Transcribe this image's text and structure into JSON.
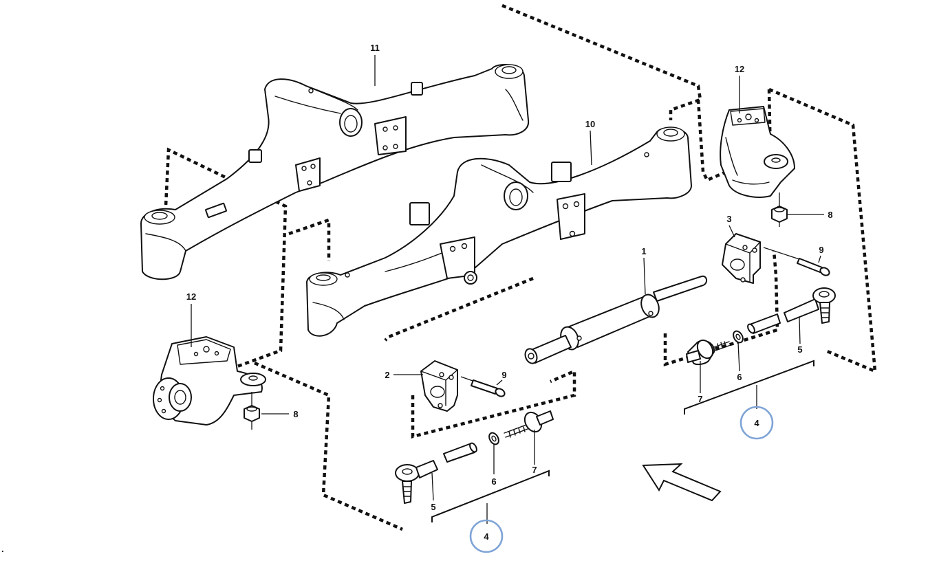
{
  "diagram": {
    "callouts": {
      "c1": "1",
      "c2": "2",
      "c3": "3",
      "c4_left": "4",
      "c4_right": "4",
      "c5_left": "5",
      "c5_right": "5",
      "c6_left": "6",
      "c6_right": "6",
      "c7_left": "7",
      "c7_right": "7",
      "c8_left": "8",
      "c8_right": "8",
      "c9_left": "9",
      "c9_right": "9",
      "c10": "10",
      "c11": "11",
      "c12_left": "12",
      "c12_right": "12"
    },
    "highlight_color": "#7fa4d6",
    "corner_mark": "."
  }
}
